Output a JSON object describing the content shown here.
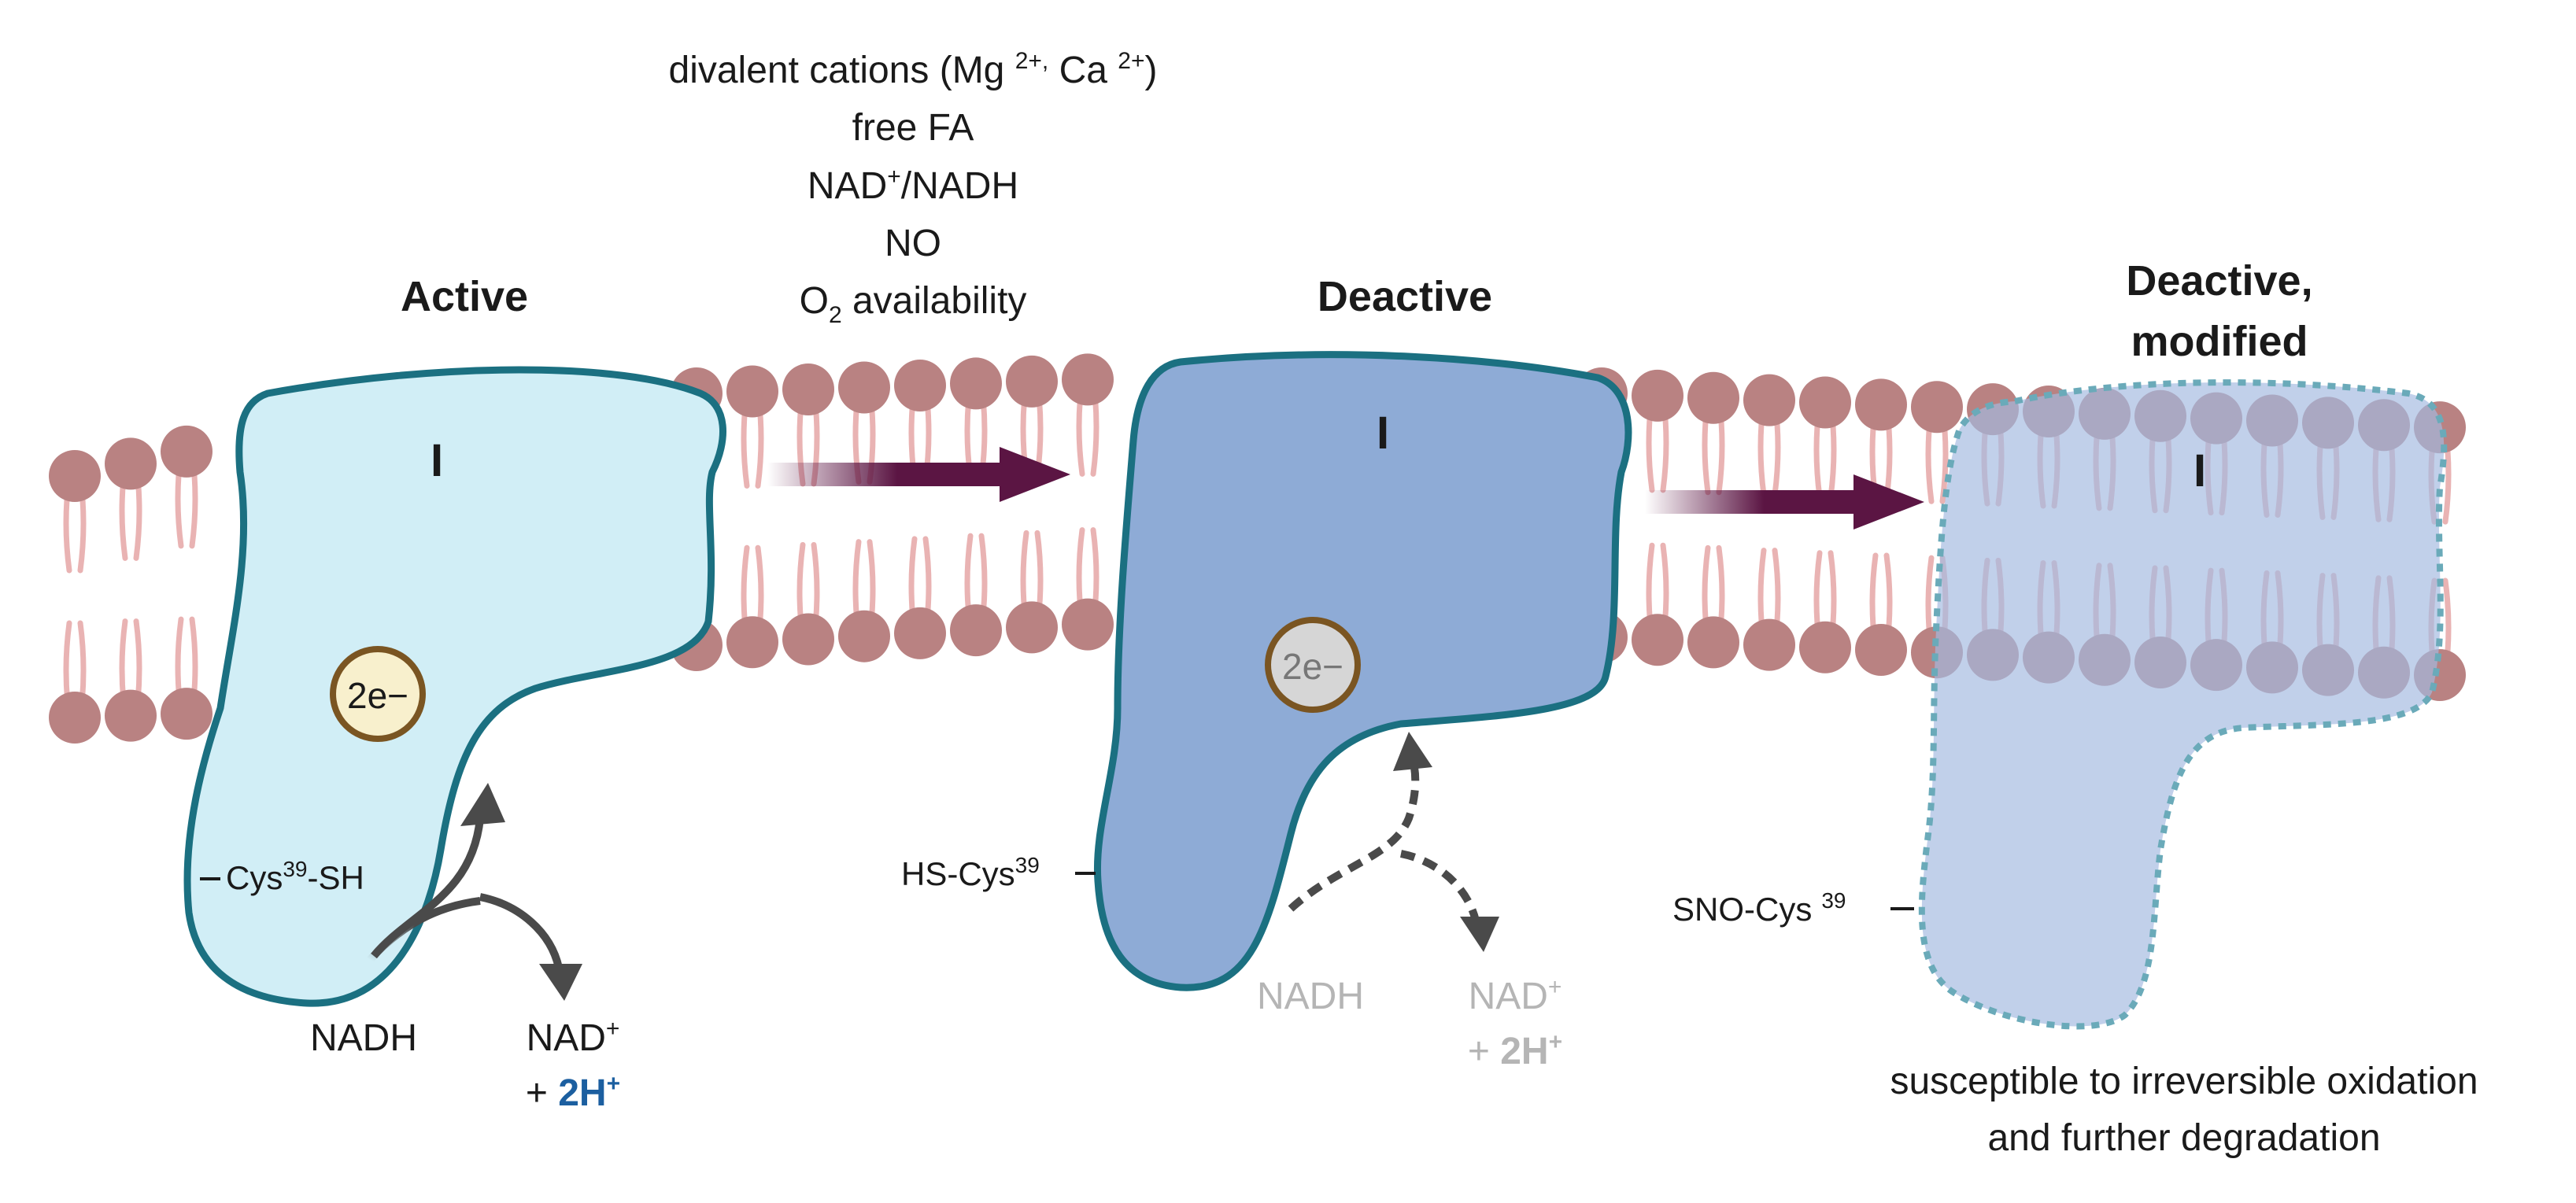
{
  "conditions": {
    "line1_prefix": "divalent cations (Mg ",
    "line1_mg_charge": "2+,",
    "line1_ca": " Ca ",
    "line1_ca_charge": "2+",
    "line1_suffix": ")",
    "line2": "free FA",
    "line3_nad": "NAD",
    "line3_plus": "+",
    "line3_rest": "/NADH",
    "line4": "NO",
    "line5_o": "O",
    "line5_sub": "2",
    "line5_rest": " availability"
  },
  "states": {
    "active": {
      "title": "Active",
      "complex_label": "I",
      "electron_label": "2e−",
      "cys_prefix": "Cys",
      "cys_sup": "39",
      "cys_suffix": "-SH",
      "substrate": "NADH",
      "product_nad": "NAD",
      "product_plus": "+",
      "protons_prefix": "+ ",
      "protons": "2H",
      "protons_plus": "+"
    },
    "deactive": {
      "title": "Deactive",
      "complex_label": "I",
      "electron_label": "2e−",
      "cys_prefix": "HS-Cys",
      "cys_sup": "39",
      "substrate": "NADH",
      "product_nad": "NAD",
      "product_plus": "+",
      "protons_prefix": "+ ",
      "protons": "2H",
      "protons_plus": "+"
    },
    "modified": {
      "title_line1": "Deactive,",
      "title_line2": "modified",
      "complex_label": "I",
      "cys_prefix": "SNO-Cys",
      "cys_sup": "39",
      "note_line1": "susceptible to irreversible oxidation",
      "note_line2": "and further degradation"
    }
  },
  "colors": {
    "lipid_head": "#b98282",
    "lipid_tail": "#e9b3b3",
    "active_fill": "#d1eef6",
    "deactive_fill": "#8eabd6",
    "modified_fill": "#a4b9e0",
    "complex_border": "#1b7081",
    "modified_border": "#6aaab9",
    "transition_arrow": "#5b1543",
    "reaction_arrow": "#4a4a4a",
    "faded_text": "#b5b5b5",
    "proton_blue": "#1c5fa0",
    "electron_fill": "#f8f0cd",
    "electron_border": "#7a5522",
    "electron_fill_deactive": "#d6d6d6"
  }
}
